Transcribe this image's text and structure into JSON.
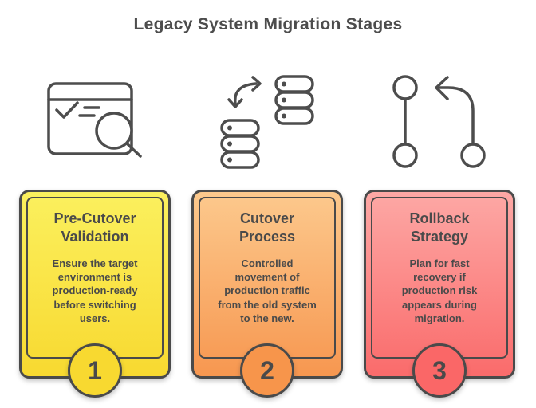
{
  "title": "Legacy System Migration Stages",
  "colors": {
    "heading_text": "#4d4d4d",
    "body_text": "#4a4a4a",
    "outline": "#4a4a4a",
    "icon_stroke": "#4d4d4d",
    "background": "#ffffff"
  },
  "stages": [
    {
      "number": "1",
      "title": "Pre-Cutover Validation",
      "description": "Ensure the target environment is production-ready before switching users.",
      "icon": "browser-check-magnifier-icon",
      "gradient_top": "#fbf05e",
      "gradient_bottom": "#f8d930"
    },
    {
      "number": "2",
      "title": "Cutover Process",
      "description": "Controlled movement of production traffic from the old system to the new.",
      "icon": "server-stacks-transfer-arrow-icon",
      "gradient_top": "#fcc98d",
      "gradient_bottom": "#f79750"
    },
    {
      "number": "3",
      "title": "Rollback Strategy",
      "description": "Plan for fast recovery if production risk appears during migration.",
      "icon": "git-revert-rollback-icon",
      "gradient_top": "#fda8a5",
      "gradient_bottom": "#fa6b6b"
    }
  ]
}
